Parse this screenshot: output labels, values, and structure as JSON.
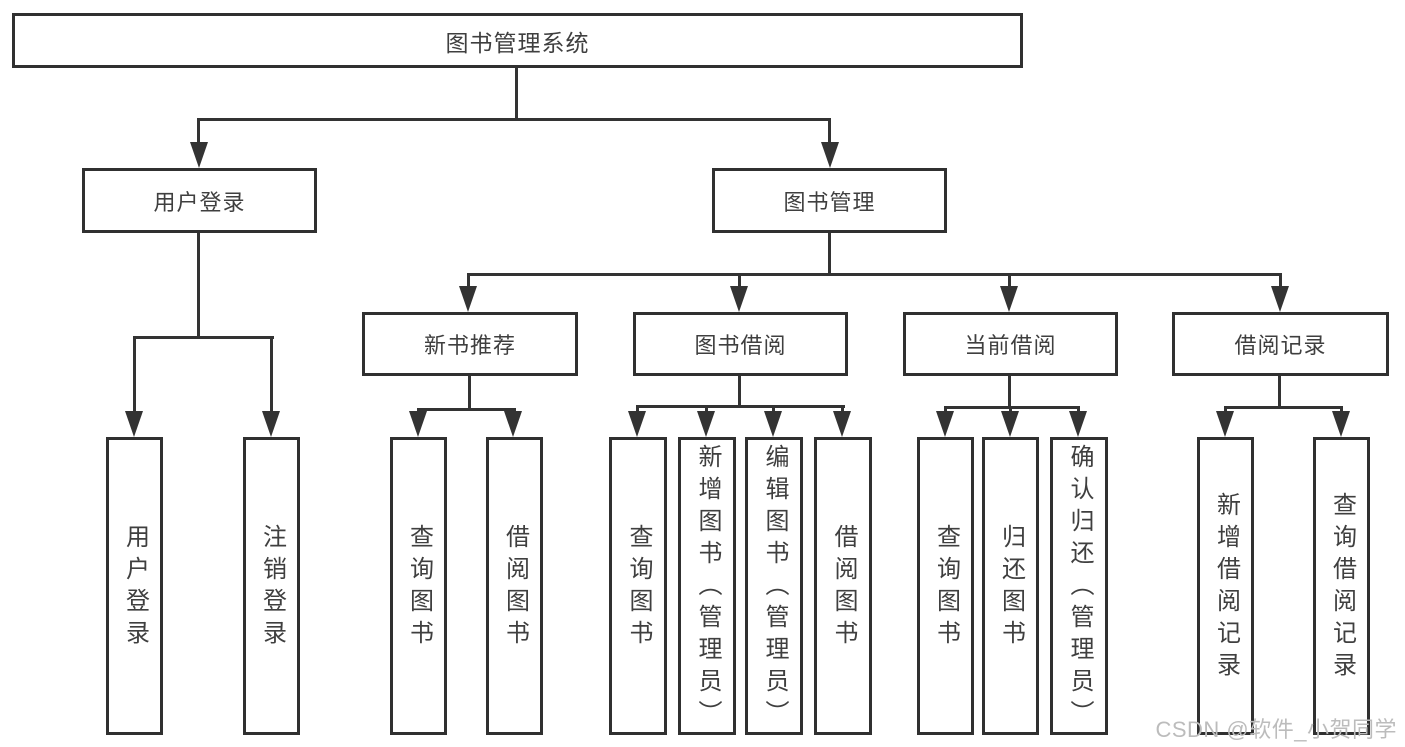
{
  "diagram": {
    "root": {
      "label": "图书管理系统"
    },
    "level2": [
      {
        "label": "用户登录"
      },
      {
        "label": "图书管理"
      }
    ],
    "level3": [
      {
        "label": "新书推荐"
      },
      {
        "label": "图书借阅"
      },
      {
        "label": "当前借阅"
      },
      {
        "label": "借阅记录"
      }
    ],
    "leaves": {
      "user": [
        {
          "label": "用户登录"
        },
        {
          "label": "注销登录"
        }
      ],
      "recommend": [
        {
          "label": "查询图书"
        },
        {
          "label": "借阅图书"
        }
      ],
      "borrow": [
        {
          "label": "查询图书"
        },
        {
          "label": "新增图书（管理员）"
        },
        {
          "label": "编辑图书（管理员）"
        },
        {
          "label": "借阅图书"
        }
      ],
      "current": [
        {
          "label": "查询图书"
        },
        {
          "label": "归还图书"
        },
        {
          "label": "确认归还（管理员）"
        }
      ],
      "records": [
        {
          "label": "新增借阅记录"
        },
        {
          "label": "查询借阅记录"
        }
      ]
    }
  },
  "watermark": {
    "text": "CSDN @软件_小贺同学"
  },
  "colors": {
    "line": "#333333",
    "text": "#3f3f3f",
    "watermark": "#bcbcbc",
    "background": "#ffffff"
  }
}
